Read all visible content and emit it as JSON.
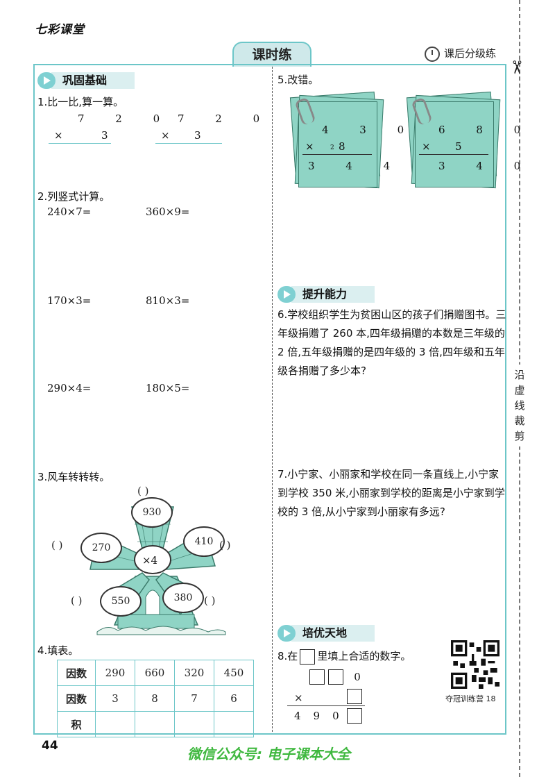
{
  "header": {
    "brand": "七彩课堂",
    "title": "课时练",
    "level": "课后分级练"
  },
  "cut_label": [
    "沿",
    "虚",
    "线",
    "裁",
    "剪"
  ],
  "sections": {
    "basic": "巩固基础",
    "improve": "提升能力",
    "excel": "培优天地"
  },
  "q1": {
    "label": "1.比一比,算一算。",
    "a": {
      "top": "7 2 0",
      "op": "×",
      "bottom": "3"
    },
    "b": {
      "top": "7 2 0",
      "op": "×",
      "bottom": "3"
    }
  },
  "q2": {
    "label": "2.列竖式计算。",
    "items": [
      "240×7=",
      "360×9=",
      "170×3=",
      "810×3=",
      "290×4=",
      "180×5="
    ]
  },
  "q3": {
    "label": "3.风车转转转。",
    "center": "×4",
    "blanks": [
      "(      )",
      "(      )",
      "(      )",
      "(      )",
      "(      )"
    ],
    "values": [
      "930",
      "270",
      "410",
      "550",
      "380"
    ]
  },
  "q4": {
    "label": "4.填表。",
    "rows": [
      {
        "h": "因数",
        "cells": [
          "290",
          "660",
          "320",
          "450"
        ]
      },
      {
        "h": "因数",
        "cells": [
          "3",
          "8",
          "7",
          "6"
        ]
      },
      {
        "h": "积",
        "cells": [
          "",
          "",
          "",
          ""
        ]
      }
    ]
  },
  "q5": {
    "label": "5.改错。",
    "a": {
      "top": "4 3 0",
      "op": "×",
      "carry": "2",
      "bottom": "8",
      "result": "3 4 4"
    },
    "b": {
      "top": "6 8 0",
      "op": "×",
      "bottom": "5",
      "result": "3 4 0"
    }
  },
  "q6": {
    "text": "6.学校组织学生为贫困山区的孩子们捐赠图书。三年级捐赠了 260 本,四年级捐赠的本数是三年级的 2 倍,五年级捐赠的是四年级的 3 倍,四年级和五年级各捐赠了多少本?"
  },
  "q7": {
    "text": "7.小宁家、小丽家和学校在同一条直线上,小宁家到学校 350 米,小丽家到学校的距离是小宁家到学校的 3 倍,从小宁家到小丽家有多远?"
  },
  "q8": {
    "label_before": "8.在",
    "label_after": "里填上合适的数字。",
    "top_digit": "0",
    "op": "×",
    "result_digits": [
      "4",
      "9",
      "0"
    ]
  },
  "qr_caption": "夺冠训练营 18",
  "page_number": "44",
  "footer": "微信公众号: 电子课本大全"
}
